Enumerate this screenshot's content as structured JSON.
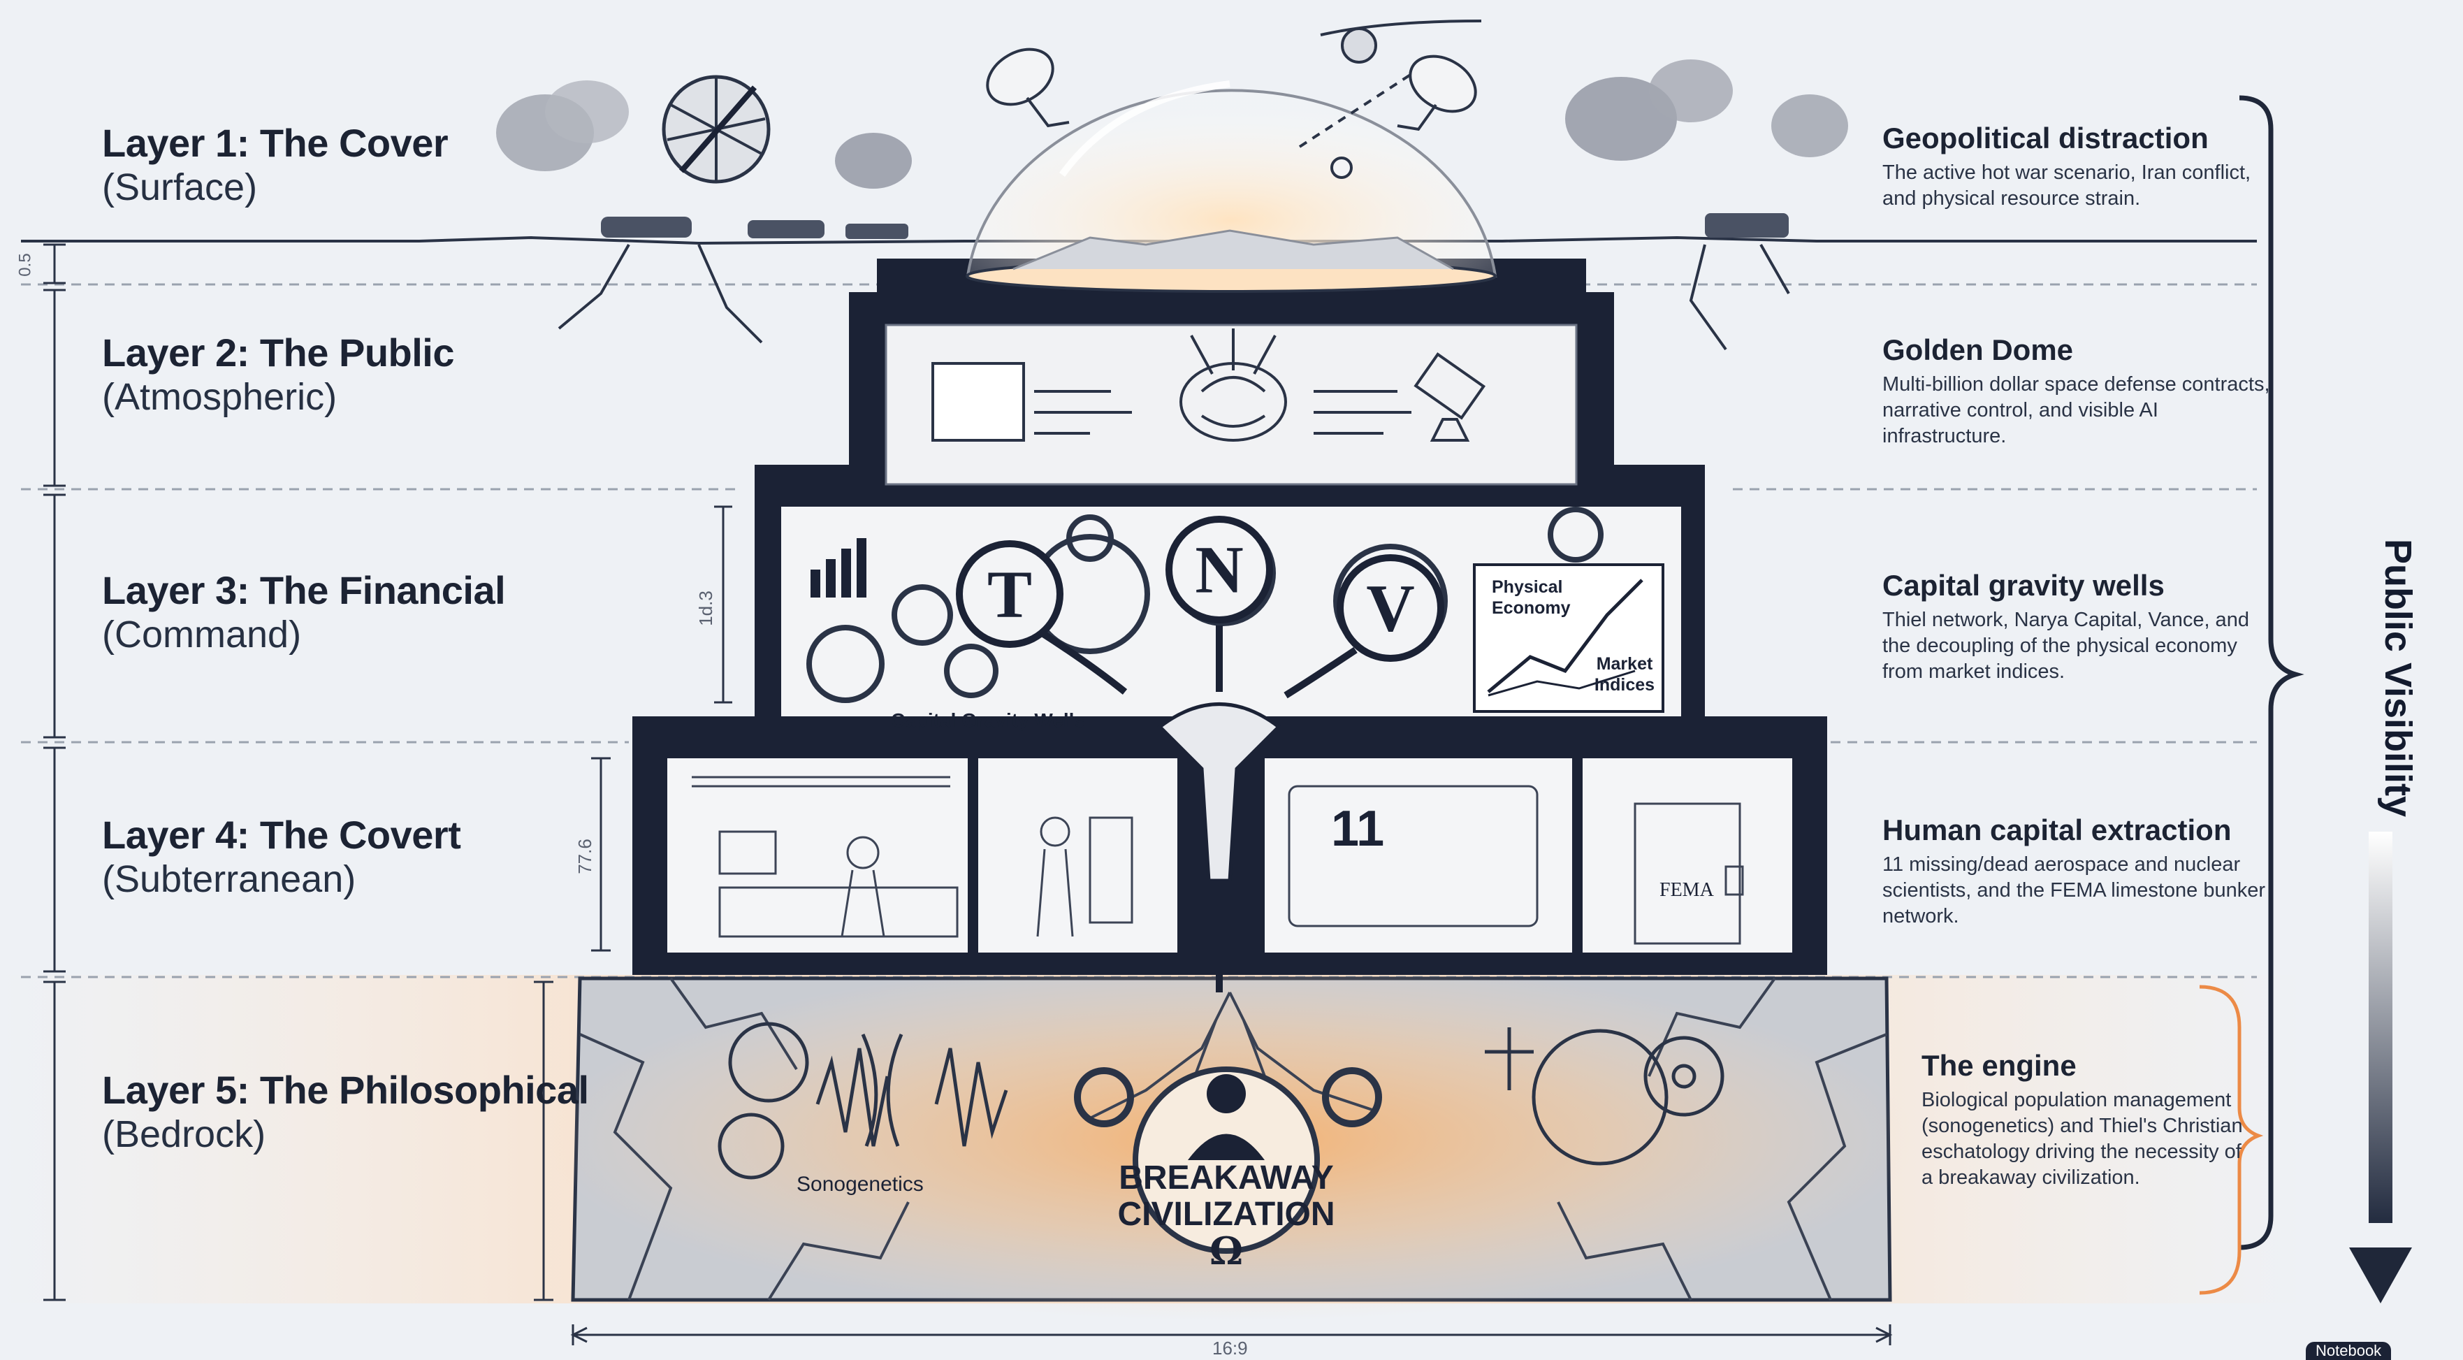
{
  "layers": [
    {
      "title": "Layer 1: The Cover",
      "subtitle": "(Surface)"
    },
    {
      "title": "Layer 2: The Public",
      "subtitle": "(Atmospheric)"
    },
    {
      "title": "Layer 3: The Financial",
      "subtitle": "(Command)"
    },
    {
      "title": "Layer 4: The Covert",
      "subtitle": "(Subterranean)"
    },
    {
      "title": "Layer 5: The Philosophical",
      "subtitle": "(Bedrock)"
    }
  ],
  "descriptions": [
    {
      "heading": "Geopolitical distraction",
      "body": "The active hot war scenario, Iran conflict, and physical resource strain."
    },
    {
      "heading": "Golden Dome",
      "body": "Multi-billion dollar space defense contracts, narrative control, and visible AI infrastructure."
    },
    {
      "heading": "Capital gravity wells",
      "body": "Thiel network, Narya Capital, Vance, and the decoupling of the physical economy from market indices."
    },
    {
      "heading": "Human capital extraction",
      "body": "11 missing/dead aerospace and nuclear scientists, and the FEMA limestone bunker network."
    },
    {
      "heading": "The engine",
      "body": "Biological population management (sonogenetics) and Thiel's Christian eschatology driving the necessity of a breakaway civilization."
    }
  ],
  "visibility_label": "Public Visibility",
  "dimension_marks": {
    "layer1": "0.5",
    "layer3": "1d.3",
    "layer4": "77.6",
    "bottom": "16:9"
  },
  "illustration": {
    "gears": [
      "T",
      "N",
      "V"
    ],
    "chart_physical": "Physical Economy",
    "chart_market": "Market Indices",
    "capital_label": "Capital Gravity Wells",
    "counter": "11",
    "fema": "FEMA",
    "sonogenetics": "Sonogenetics",
    "breakaway_line1": "BREAKAWAY",
    "breakaway_line2": "CIVILIZATION",
    "omega": "Ω"
  },
  "colors": {
    "accent": "#f0a062",
    "ink": "#1b2235",
    "background": "#eef1f5"
  },
  "corner_badge": "Notebook"
}
